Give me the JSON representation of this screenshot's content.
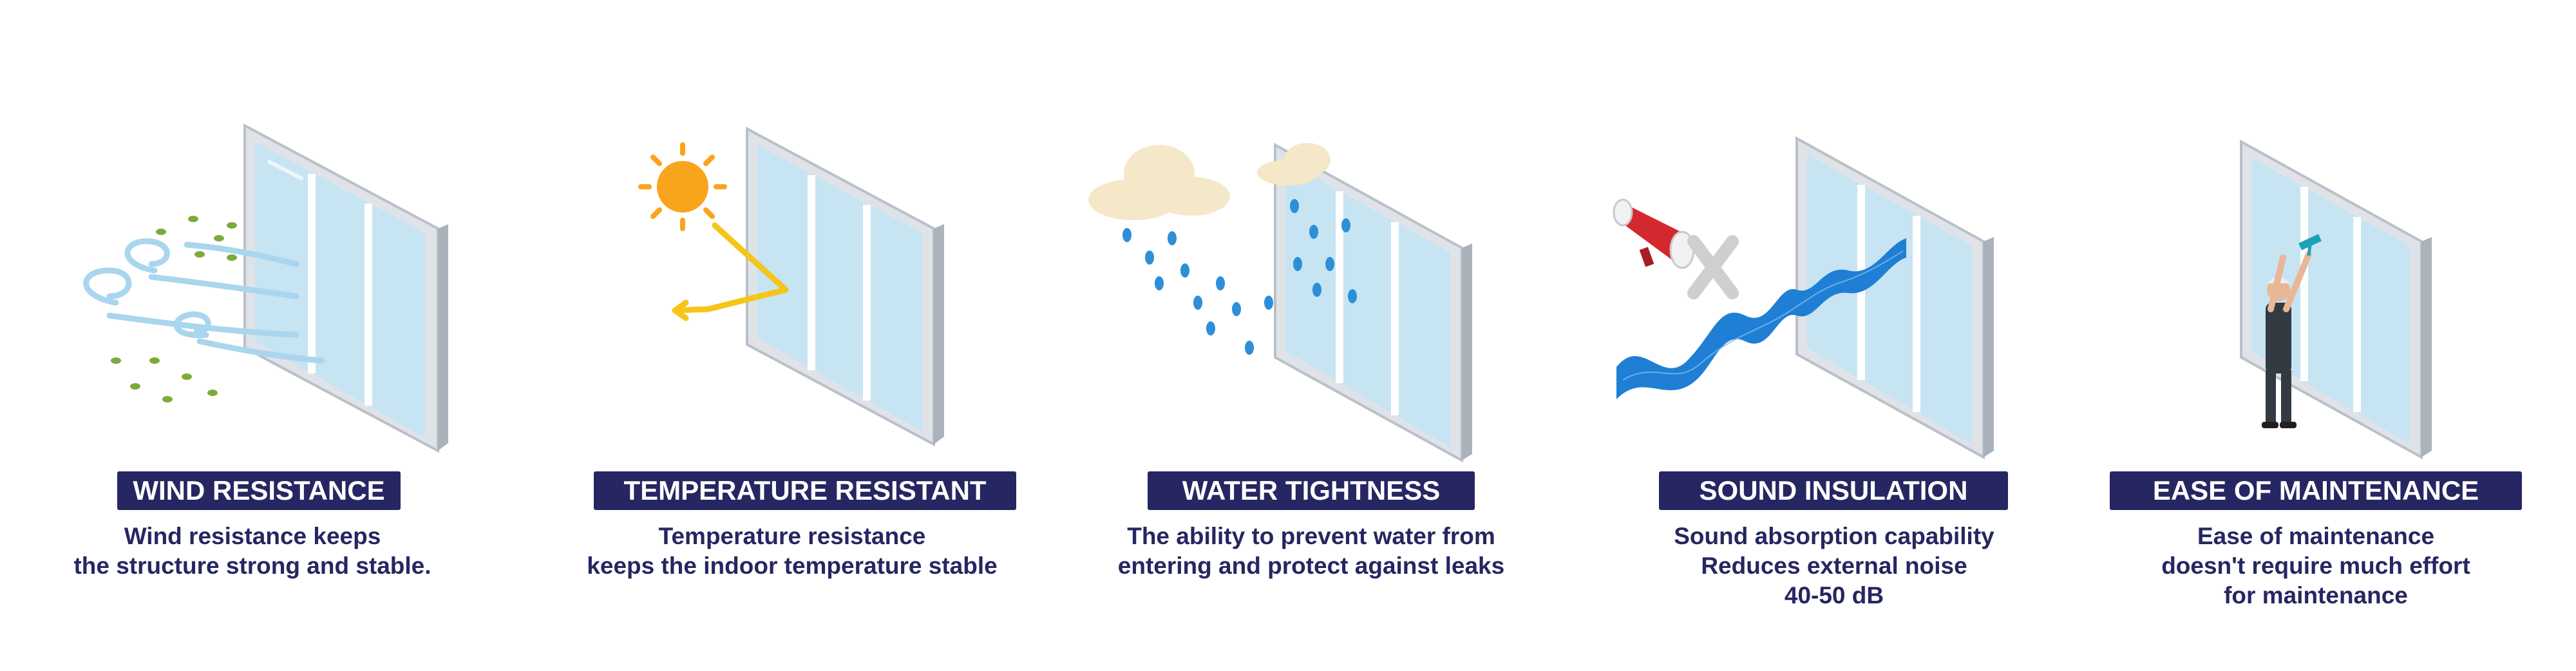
{
  "features": [
    {
      "title": "WIND RESISTANCE",
      "description": [
        "Wind resistance keeps",
        "the structure strong and stable."
      ],
      "icon": "wind-window-icon"
    },
    {
      "title": "TEMPERATURE RESISTANT",
      "description": [
        "Temperature resistance",
        "keeps the indoor temperature stable"
      ],
      "icon": "sun-window-icon"
    },
    {
      "title": "WATER TIGHTNESS",
      "description": [
        "The ability to prevent water from",
        "entering and protect against leaks"
      ],
      "icon": "rain-window-icon"
    },
    {
      "title": "SOUND INSULATION",
      "description": [
        "Sound absorption capability",
        "Reduces external noise",
        "40-50 dB"
      ],
      "icon": "megaphone-window-icon"
    },
    {
      "title": "EASE OF MAINTENANCE",
      "description": [
        "Ease of maintenance",
        "doesn't require much effort",
        "for maintenance"
      ],
      "icon": "cleaner-window-icon"
    }
  ],
  "colors": {
    "navy": "#262662",
    "window_glass": "#bfe0f2",
    "window_frame": "#ffffff",
    "wind_blue": "#a9d6ee",
    "leaf_green": "#7cab3a",
    "sun_orange": "#f8a51c",
    "rain_blue": "#2d8fd7",
    "sound_blue": "#1e7fd4",
    "megaphone_red": "#d4282f"
  }
}
